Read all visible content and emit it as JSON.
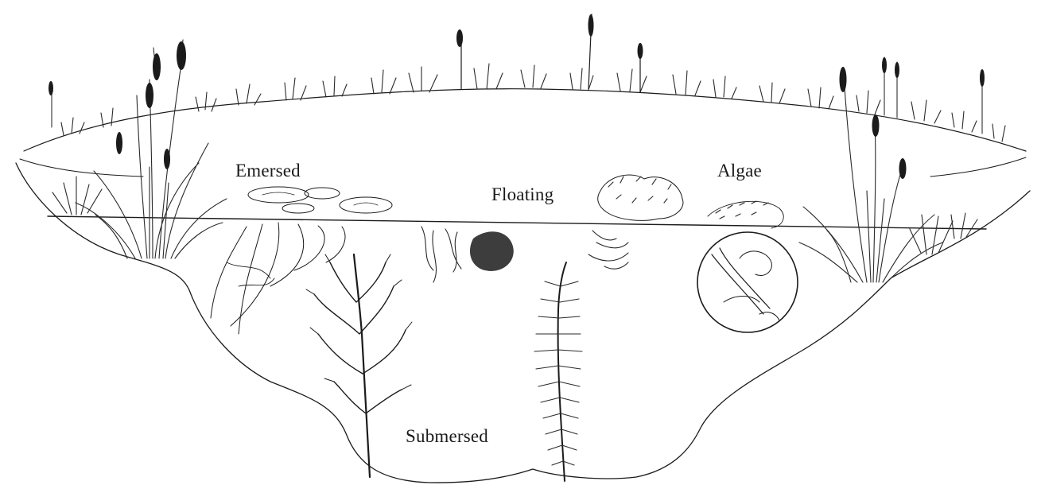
{
  "diagram": {
    "labels": {
      "emersed": "Emersed",
      "floating": "Floating",
      "algae": "Algae",
      "submersed": "Submersed"
    },
    "zones": [
      {
        "name": "emersed",
        "icon": "cattail-icon"
      },
      {
        "name": "floating",
        "icon": "lily-pad-icon"
      },
      {
        "name": "algae",
        "icon": "magnified-algae-icon"
      },
      {
        "name": "submersed",
        "icon": "submerged-plant-icon"
      }
    ],
    "colors": {
      "ink": "#1b1b1b",
      "background": "#ffffff"
    }
  }
}
